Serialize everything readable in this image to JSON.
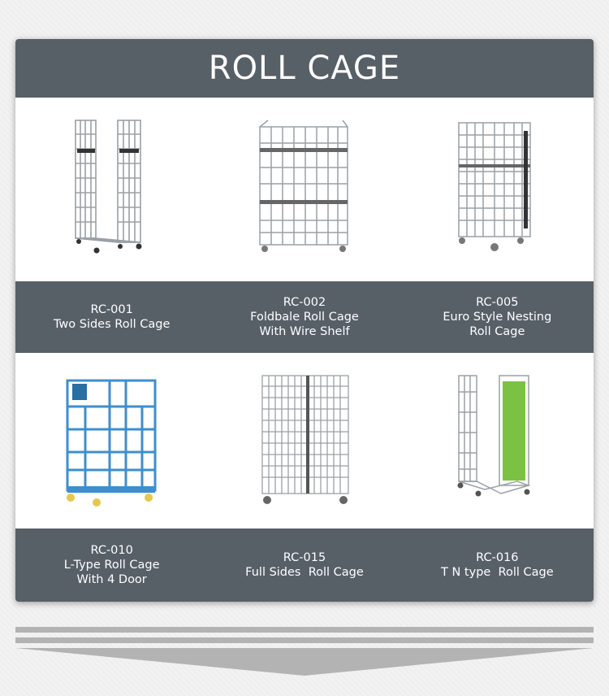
{
  "title": "ROLL CAGE",
  "products": [
    {
      "code": "RC-001",
      "lines": [
        "Two Sides Roll Cage"
      ],
      "image_icon": "two-sided-roll-cage-icon"
    },
    {
      "code": "RC-002",
      "lines": [
        "Foldbale Roll Cage",
        "With Wire Shelf"
      ],
      "image_icon": "foldable-roll-cage-shelf-icon"
    },
    {
      "code": "RC-005",
      "lines": [
        "Euro Style Nesting",
        "Roll Cage"
      ],
      "image_icon": "euro-nesting-roll-cage-icon"
    },
    {
      "code": "RC-010",
      "lines": [
        "L-Type Roll Cage",
        "With 4 Door"
      ],
      "image_icon": "l-type-blue-roll-cage-icon"
    },
    {
      "code": "RC-015",
      "lines": [
        "Full Sides  Roll Cage"
      ],
      "image_icon": "full-sides-roll-cage-icon"
    },
    {
      "code": "RC-016",
      "lines": [
        "T N type  Roll Cage"
      ],
      "image_icon": "tn-type-roll-cage-icon"
    }
  ],
  "colors": {
    "band": "#575f67",
    "text": "#ffffff",
    "metal": "#9aa0a6",
    "blue": "#3d8fcf",
    "green": "#7cc242",
    "decoration": "#b3b3b3"
  }
}
